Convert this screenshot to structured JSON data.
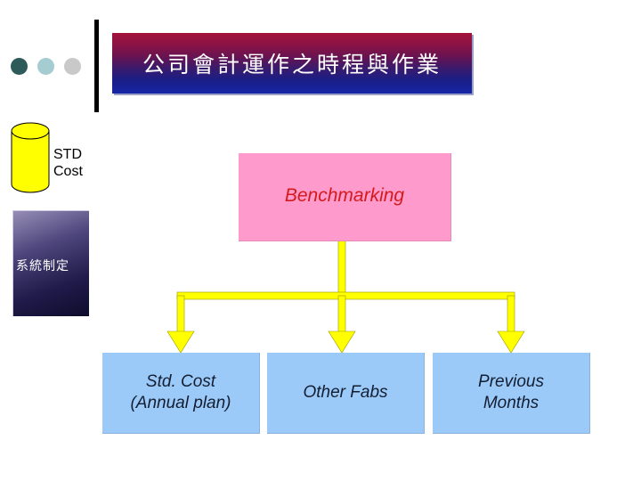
{
  "title": "公司會計運作之時程與作業",
  "std_cost_label": "STD\nCost",
  "side_tile_text": "系統制定",
  "top_node": "Benchmarking",
  "child_nodes": [
    {
      "label": "Std. Cost\n(Annual plan)"
    },
    {
      "label": "Other Fabs"
    },
    {
      "label": "Previous\nMonths"
    }
  ],
  "colors": {
    "accent_yellow": "#ffff00",
    "top_node_fill": "#ff9acd",
    "child_node_fill": "#9ccaf8",
    "top_node_text": "#d41a1a"
  }
}
